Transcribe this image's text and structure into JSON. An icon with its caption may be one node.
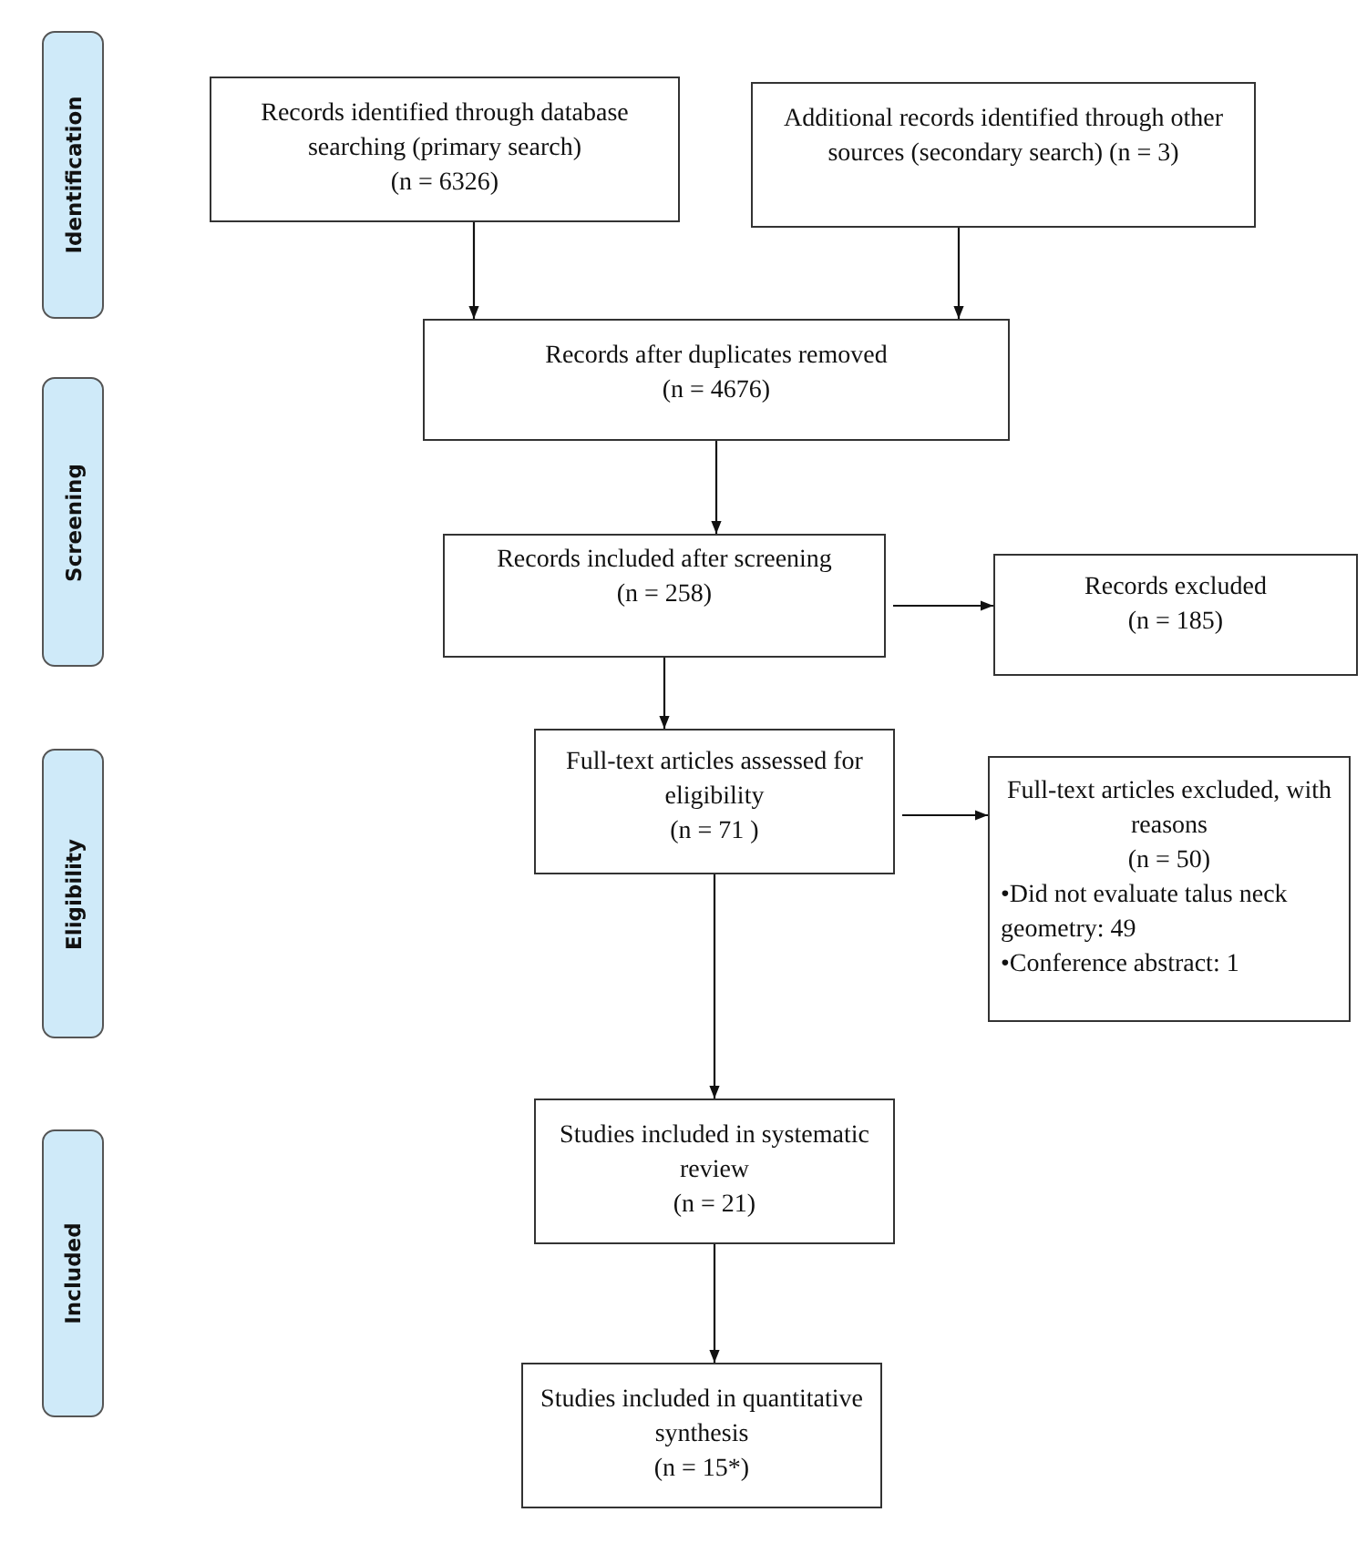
{
  "diagram": {
    "nodes": [
      {
        "text": [
          "Identification"
        ]
      },
      {
        "text": [
          "Screening"
        ]
      },
      {
        "text": [
          "Eligibility"
        ]
      },
      {
        "text": [
          "Included"
        ]
      },
      {
        "text": [
          "Records identified through database searching (primary search)",
          "(n = 6326)"
        ]
      },
      {
        "text": [
          "Additional records identified through other sources (secondary search) (n = 3)"
        ]
      },
      {
        "text": [
          "Records after duplicates removed",
          "(n = 4676)"
        ]
      },
      {
        "text": [
          "Records included after screening",
          "(n = 258)"
        ]
      },
      {
        "text": [
          "Records excluded",
          "(n = 185)"
        ]
      },
      {
        "text": [
          "Full-text articles assessed for eligibility",
          "(n = 71 )"
        ]
      },
      {
        "text": [
          "Full-text articles excluded, with reasons",
          "(n = 50)",
          "•Did not evaluate talus neck geometry: 49",
          "•Conference abstract: 1"
        ]
      },
      {
        "text": [
          "Studies included in systematic review",
          "(n = 21)"
        ]
      },
      {
        "text": [
          "Studies included in quantitative synthesis",
          "(n = 15*)"
        ]
      }
    ],
    "edges": [
      {
        "from": 4,
        "to": 6,
        "arrow": "to"
      },
      {
        "from": 5,
        "to": 6,
        "arrow": "to"
      },
      {
        "from": 6,
        "to": 7,
        "arrow": "to"
      },
      {
        "from": 7,
        "to": 8,
        "arrow": "to"
      },
      {
        "from": 9,
        "to": 10,
        "arrow": "to"
      },
      {
        "from": 7,
        "to": 9,
        "arrow": "to"
      },
      {
        "from": 9,
        "to": 11,
        "arrow": "to"
      },
      {
        "from": 11,
        "to": 12,
        "arrow": "to"
      }
    ]
  }
}
